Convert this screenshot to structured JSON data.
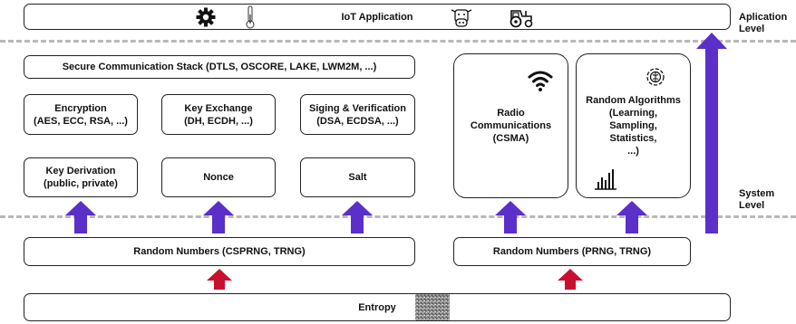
{
  "application_layer": {
    "title": "IoT Application",
    "icons": [
      "gear-icon",
      "thermometer-icon",
      "cow-icon",
      "tractor-icon"
    ]
  },
  "levels": {
    "application": "Aplication\nLevel",
    "system": "System\nLevel"
  },
  "security": {
    "stack": "Secure Communication Stack (DTLS, OSCORE, LAKE, LWM2M, ...)",
    "encryption": "Encryption\n(AES, ECC, RSA, ...)",
    "key_exchange": "Key Exchange\n(DH, ECDH, ...)",
    "signing": "Siging & Verification\n(DSA, ECDSA, ...)",
    "key_derivation": "Key Derivation\n(public, private)",
    "nonce": "Nonce",
    "salt": "Salt"
  },
  "system": {
    "radio": "Radio\nCommunications\n(CSMA)",
    "algorithms": "Random Algorithms\n(Learning,\nSampling,\nStatistics,\n...)",
    "radio_icon": "wifi-icon",
    "algorithms_icons": [
      "brain-gear-icon",
      "bar-chart-icon"
    ]
  },
  "random": {
    "left": "Random Numbers (CSPRNG, TRNG)",
    "right": "Random Numbers (PRNG, TRNG)"
  },
  "entropy": {
    "label": "Entropy",
    "icon": "noise-texture-icon"
  },
  "colors": {
    "purple_arrow": "#5b2fc9",
    "red_arrow": "#c8102e",
    "dashed_line": "#b8b8b8",
    "border": "#222222"
  }
}
